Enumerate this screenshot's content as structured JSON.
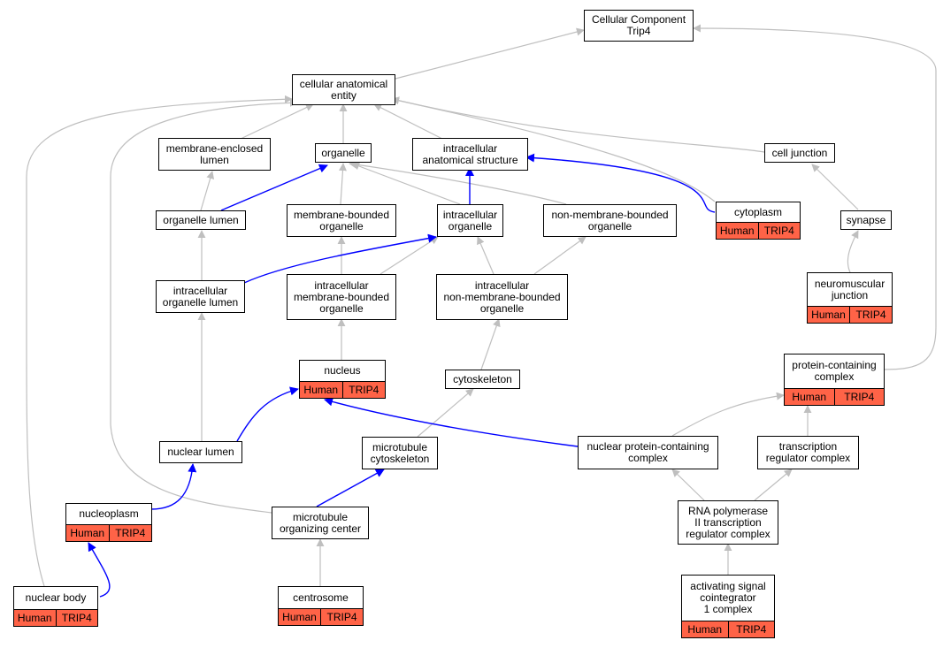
{
  "diagram": {
    "nodes": {
      "root": {
        "label": "Cellular Component\nTrip4"
      },
      "cae": {
        "label": "cellular anatomical\nentity"
      },
      "mel": {
        "label": "membrane-enclosed\nlumen"
      },
      "organelle": {
        "label": "organelle"
      },
      "ias": {
        "label": "intracellular\nanatomical structure"
      },
      "celljunction": {
        "label": "cell junction"
      },
      "cytoplasm": {
        "label": "cytoplasm",
        "species": "Human",
        "gene": "TRIP4"
      },
      "orglumen": {
        "label": "organelle lumen"
      },
      "mbo": {
        "label": "membrane-bounded\norganelle"
      },
      "io": {
        "label": "intracellular\norganelle"
      },
      "nmbo": {
        "label": "non-membrane-bounded\norganelle"
      },
      "synapse": {
        "label": "synapse"
      },
      "nmj": {
        "label": "neuromuscular\njunction",
        "species": "Human",
        "gene": "TRIP4"
      },
      "iol": {
        "label": "intracellular\norganelle lumen"
      },
      "imbo": {
        "label": "intracellular\nmembrane-bounded\norganelle"
      },
      "inmbo": {
        "label": "intracellular\nnon-membrane-bounded\norganelle"
      },
      "nucleus": {
        "label": "nucleus",
        "species": "Human",
        "gene": "TRIP4"
      },
      "cytoskeleton": {
        "label": "cytoskeleton"
      },
      "pcc": {
        "label": "protein-containing\ncomplex",
        "species": "Human",
        "gene": "TRIP4"
      },
      "nuclumen": {
        "label": "nuclear lumen"
      },
      "mtcs": {
        "label": "microtubule\ncytoskeleton"
      },
      "npcc": {
        "label": "nuclear protein-containing\ncomplex"
      },
      "trc": {
        "label": "transcription\nregulator complex"
      },
      "nucleoplasm": {
        "label": "nucleoplasm",
        "species": "Human",
        "gene": "TRIP4"
      },
      "mtoc": {
        "label": "microtubule\norganizing center"
      },
      "rnap": {
        "label": "RNA polymerase\nII transcription\nregulator complex"
      },
      "nucbody": {
        "label": "nuclear body",
        "species": "Human",
        "gene": "TRIP4"
      },
      "centrosome": {
        "label": "centrosome",
        "species": "Human",
        "gene": "TRIP4"
      },
      "asc1": {
        "label": "activating signal\ncointegrator\n1 complex",
        "species": "Human",
        "gene": "TRIP4"
      }
    },
    "edges": [
      {
        "from": "cae",
        "to": "root",
        "kind": "is_a"
      },
      {
        "from": "pcc",
        "to": "root",
        "kind": "is_a"
      },
      {
        "from": "mel",
        "to": "cae",
        "kind": "is_a"
      },
      {
        "from": "organelle",
        "to": "cae",
        "kind": "is_a"
      },
      {
        "from": "ias",
        "to": "cae",
        "kind": "is_a"
      },
      {
        "from": "celljunction",
        "to": "cae",
        "kind": "is_a"
      },
      {
        "from": "cytoplasm",
        "to": "cae",
        "kind": "is_a"
      },
      {
        "from": "nucbody",
        "to": "cae",
        "kind": "is_a"
      },
      {
        "from": "mtoc",
        "to": "cae",
        "kind": "is_a"
      },
      {
        "from": "orglumen",
        "to": "mel",
        "kind": "is_a"
      },
      {
        "from": "orglumen",
        "to": "organelle",
        "kind": "part_of"
      },
      {
        "from": "mbo",
        "to": "organelle",
        "kind": "is_a"
      },
      {
        "from": "io",
        "to": "organelle",
        "kind": "is_a"
      },
      {
        "from": "nmbo",
        "to": "organelle",
        "kind": "is_a"
      },
      {
        "from": "io",
        "to": "ias",
        "kind": "part_of"
      },
      {
        "from": "cytoplasm",
        "to": "ias",
        "kind": "part_of"
      },
      {
        "from": "synapse",
        "to": "celljunction",
        "kind": "is_a"
      },
      {
        "from": "nmj",
        "to": "synapse",
        "kind": "is_a"
      },
      {
        "from": "iol",
        "to": "orglumen",
        "kind": "is_a"
      },
      {
        "from": "iol",
        "to": "io",
        "kind": "part_of"
      },
      {
        "from": "imbo",
        "to": "mbo",
        "kind": "is_a"
      },
      {
        "from": "imbo",
        "to": "io",
        "kind": "is_a"
      },
      {
        "from": "inmbo",
        "to": "io",
        "kind": "is_a"
      },
      {
        "from": "inmbo",
        "to": "nmbo",
        "kind": "is_a"
      },
      {
        "from": "nucleus",
        "to": "imbo",
        "kind": "is_a"
      },
      {
        "from": "cytoskeleton",
        "to": "inmbo",
        "kind": "is_a"
      },
      {
        "from": "nuclumen",
        "to": "iol",
        "kind": "is_a"
      },
      {
        "from": "nuclumen",
        "to": "nucleus",
        "kind": "part_of"
      },
      {
        "from": "npcc",
        "to": "nucleus",
        "kind": "part_of"
      },
      {
        "from": "mtcs",
        "to": "cytoskeleton",
        "kind": "is_a"
      },
      {
        "from": "npcc",
        "to": "pcc",
        "kind": "is_a"
      },
      {
        "from": "trc",
        "to": "pcc",
        "kind": "is_a"
      },
      {
        "from": "nucleoplasm",
        "to": "nuclumen",
        "kind": "part_of"
      },
      {
        "from": "mtoc",
        "to": "mtcs",
        "kind": "part_of"
      },
      {
        "from": "rnap",
        "to": "npcc",
        "kind": "is_a"
      },
      {
        "from": "rnap",
        "to": "trc",
        "kind": "is_a"
      },
      {
        "from": "nucbody",
        "to": "nucleoplasm",
        "kind": "part_of"
      },
      {
        "from": "centrosome",
        "to": "mtoc",
        "kind": "is_a"
      },
      {
        "from": "asc1",
        "to": "rnap",
        "kind": "is_a"
      }
    ],
    "colors": {
      "is_a": "#bfbfbf",
      "part_of": "#0000ff",
      "annotation": "#ff6347"
    }
  }
}
